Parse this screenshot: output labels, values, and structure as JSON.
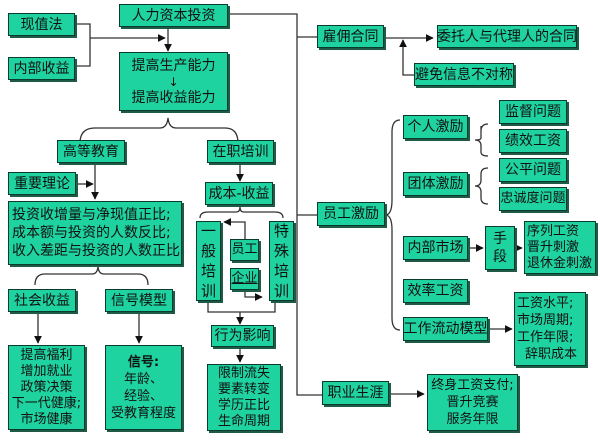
{
  "diagram": {
    "title": "人力资本投资",
    "colors": {
      "node_fill": "#1fd3a0",
      "node_border": "#0b3b2c",
      "line": "#333333"
    },
    "left_inputs": [
      "现值法",
      "内部收益"
    ],
    "core": {
      "line1": "提高生产能力",
      "line2": "提高收益能力"
    },
    "higher_education": {
      "label": "高等教育",
      "theory": "重要理论",
      "theory_detail": [
        "投资收增量与净现值正比;",
        "成本额与投资的人数反比;",
        "收入差距与投资的人数正比"
      ],
      "social_benefit": {
        "label": "社会收益",
        "detail": [
          "提高福利",
          "增加就业",
          "政策决策",
          "下一代健康;",
          "市场健康"
        ]
      },
      "signal_model": {
        "label": "信号模型",
        "detail_title": "信号:",
        "detail": [
          "年龄、",
          "经验、",
          "受教育程度"
        ]
      }
    },
    "on_job_training": {
      "label": "在职培训",
      "cost_benefit": "成本-收益",
      "general_training": "一般培训",
      "special_training": "特殊培训",
      "employee": "员工",
      "enterprise": "企业",
      "behavior_impact": "行为影响",
      "behavior_detail": [
        "限制流失",
        "要素转变",
        "学历正比",
        "生命周期"
      ]
    },
    "employment_contract": {
      "label": "雇佣合同",
      "principal_agent": "委托人与代理人的合同",
      "avoid_asymmetry": "避免信息不对称"
    },
    "employee_incentive": {
      "label": "员工激励",
      "individual": {
        "label": "个人激励",
        "items": [
          "监督问题",
          "绩效工资"
        ]
      },
      "group": {
        "label": "团体激励",
        "items": [
          "公平问题",
          "忠诚度问题"
        ]
      },
      "internal_market": {
        "label": "内部市场",
        "means": "手段",
        "items": [
          "序列工资",
          "晋升刺激",
          "退休金刺激"
        ]
      },
      "efficiency_wage": "效率工资",
      "job_flow_model": {
        "label": "工作流动模型",
        "items": [
          "工资水平;",
          "市场周期;",
          "工作年限;",
          "辞职成本"
        ]
      }
    },
    "career": {
      "label": "职业生涯",
      "items": [
        "终身工资支付;",
        "晋升竞赛",
        "服务年限"
      ]
    }
  }
}
